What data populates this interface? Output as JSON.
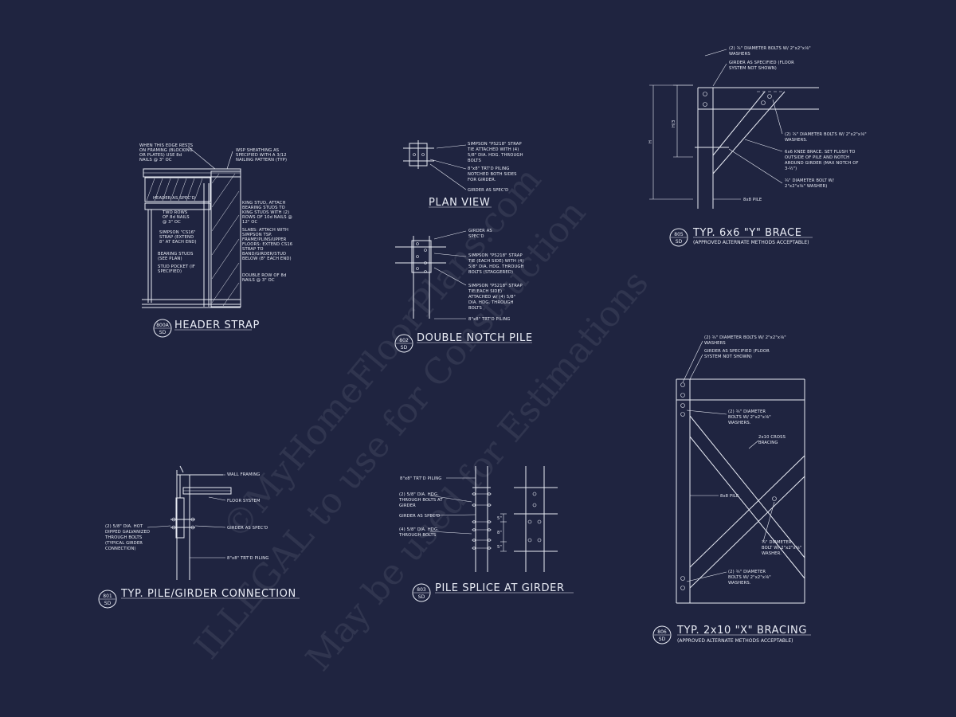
{
  "colors": {
    "background": "#1f2440",
    "linework": "#e9ecf5"
  },
  "watermark": {
    "line1": "©MyHomeFloorPlans.com",
    "line2": "ILLEGAL to use for Construction",
    "line3": "May be used for Estimations"
  },
  "details": {
    "header_strap": {
      "id": "800A",
      "sheet": "SD",
      "title": "HEADER STRAP",
      "notes": [
        [
          "WHEN THIS EDGE RESTS",
          "ON FRAMING (BLOCKING",
          "OR PLATES) USE 8d",
          "NAILS @ 3\" OC"
        ],
        [
          "WSP SHEATHING AS",
          "SPECIFIED WITH A 3/12",
          "NAILING PATTERN (TYP)"
        ],
        [
          "HEADER AS SPEC'D"
        ],
        [
          "TWO ROWS",
          "OF 8d NAILS",
          "@ 3\" OC"
        ],
        [
          "KING STUD, ATTACH",
          "BEARING STUDS TO",
          "KING STUDS WITH (2)",
          "ROWS OF 10d NAILS @",
          "12\" OC"
        ],
        [
          "SIMPSON \"CS16\"",
          "STRAP (EXTEND",
          "8\" AT EACH END)"
        ],
        [
          "SLABS: ATTACH WITH",
          "SIMPSON TSP.",
          "FRAME/PLINS/UPPER",
          "FLOORS: EXTEND CS16",
          "STRAP TO",
          "BAND/GIRDER/STUD",
          "BELOW (8\" EACH END)"
        ],
        [
          "BEARING STUDS",
          "(SEE PLAN)"
        ],
        [
          "STUD POCKET (IF",
          "SPECIFIED)"
        ],
        [
          "DOUBLE ROW OF 8d",
          "NAILS @ 3\" OC"
        ]
      ]
    },
    "plan_view": {
      "title": "PLAN VIEW",
      "notes": [
        [
          "SIMPSON \"PS218\" STRAP",
          "TIE ATTACHED WITH (4)",
          "5/8\" DIA. HDG. THROUGH",
          "BOLTS"
        ],
        [
          "8\"x8\" TRT'D PILING",
          "NOTCHED BOTH SIDES",
          "FOR GIRDER."
        ],
        [
          "GIRDER AS SPEC'D"
        ]
      ]
    },
    "double_notch_pile": {
      "id": "802",
      "sheet": "SD",
      "title": "DOUBLE NOTCH PILE",
      "notes": [
        [
          "GIRDER AS",
          "SPEC'D"
        ],
        [
          "SIMPSON \"PS218\" STRAP",
          "TIE (EACH SIDE) WITH (4)",
          "5/8\" DIA. HDG. THROUGH",
          "BOLTS (STAGGERED)"
        ],
        [
          "SIMPSON \"PS218\" STRAP",
          "TIE(EACH SIDE)",
          "ATTACHED w/ (4) 5/8\"",
          "DIA. HDG. THROUGH",
          "BOLTS"
        ],
        [
          "8\"x8\" TRT'D PILING"
        ]
      ]
    },
    "y_brace": {
      "id": "805",
      "sheet": "SD",
      "title": "TYP. 6x6 \"Y\" BRACE",
      "subtitle": "(APPROVED ALTERNATE METHODS ACCEPTABLE)",
      "dims": [
        "H",
        "H/3"
      ],
      "notes": [
        [
          "(2) ¾\" DIAMETER BOLTS W/ 2\"x2\"x⅛\"",
          "WASHERS"
        ],
        [
          "GIRDER AS SPECIFIED (FLOOR",
          "SYSTEM NOT SHOWN)"
        ],
        [
          "(2) ¾\" DIAMETER BOLTS W/ 2\"x2\"x⅛\"",
          "WASHERS."
        ],
        [
          "6x6 KNEE BRACE. SET FLUSH TO",
          "OUTSIDE OF PILE AND NOTCH",
          "AROUND GIRDER (MAX NOTCH OF",
          "3-½\")"
        ],
        [
          "¾\" DIAMETER BOLT W/",
          "2\"x2\"x⅛\" WASHER)"
        ],
        [
          "8x8 PILE"
        ]
      ]
    },
    "pile_girder": {
      "id": "801",
      "sheet": "SD",
      "title": "TYP. PILE/GIRDER CONNECTION",
      "notes": [
        [
          "WALL FRAMING"
        ],
        [
          "FLOOR SYSTEM"
        ],
        [
          "(2) 5/8\" DIA. HOT",
          "DIPPED GALVANIZED",
          "THROUGH BOLTS",
          "(TYPICAL GIRDER",
          "CONNECTION)"
        ],
        [
          "GIRDER AS SPEC'D"
        ],
        [
          "8\"x8\" TRT'D PILING"
        ]
      ]
    },
    "pile_splice": {
      "id": "803",
      "sheet": "SD",
      "title": "PILE SPLICE AT GIRDER",
      "dims": [
        "5\"",
        "8\"",
        "5\""
      ],
      "notes": [
        [
          "8\"x8\" TRT'D PILING"
        ],
        [
          "(2) 5/8\" DIA. HDG.",
          "THROUGH BOLTS AT",
          "GIRDER"
        ],
        [
          "GIRDER AS SPEC'D"
        ],
        [
          "(4) 5/8\" DIA. HDG.",
          "THROUGH BOLTS"
        ]
      ]
    },
    "x_bracing": {
      "id": "806",
      "sheet": "SD",
      "title": "TYP. 2x10 \"X\" BRACING",
      "subtitle": "(APPROVED ALTERNATE METHODS ACCEPTABLE)",
      "notes": [
        [
          "(2) ¾\" DIAMETER BOLTS W/ 2\"x2\"x⅛\"",
          "WASHERS"
        ],
        [
          "GIRDER AS SPECIFIED (FLOOR",
          "SYSTEM NOT SHOWN)"
        ],
        [
          "(2) ¾\" DIAMETER",
          "BOLTS W/ 2\"x2\"x⅛\"",
          "WASHERS."
        ],
        [
          "2x10 CROSS",
          "BRACING"
        ],
        [
          "8x8 PILE"
        ],
        [
          "¾\" DIAMETER",
          "BOLT W/ 2\"x2\"x⅛\"",
          "WASHER."
        ],
        [
          "(2) ¾\" DIAMETER",
          "BOLTS W/ 2\"x2\"x⅛\"",
          "WASHERS."
        ]
      ]
    }
  }
}
